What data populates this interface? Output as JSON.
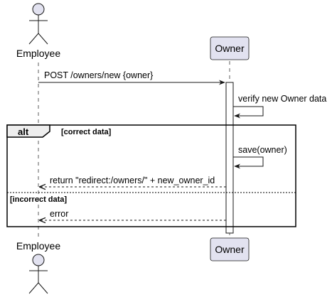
{
  "participants": {
    "actor": {
      "name": "Employee",
      "icon": "stick-figure-icon"
    },
    "owner": {
      "name": "Owner"
    }
  },
  "messages": {
    "post": "POST /owners/new {owner}",
    "verify": "verify new Owner data",
    "save": "save(owner)",
    "redirect": "return \"redirect:/owners/\" + new_owner_id",
    "error": "error"
  },
  "fragment": {
    "keyword": "alt",
    "guard_1": "[correct data]",
    "guard_2": "[incorrect data]"
  },
  "colors": {
    "participant_fill": "#E2E2F0",
    "participant_border": "#181818",
    "lifeline": "#181818",
    "arrow": "#181818"
  }
}
